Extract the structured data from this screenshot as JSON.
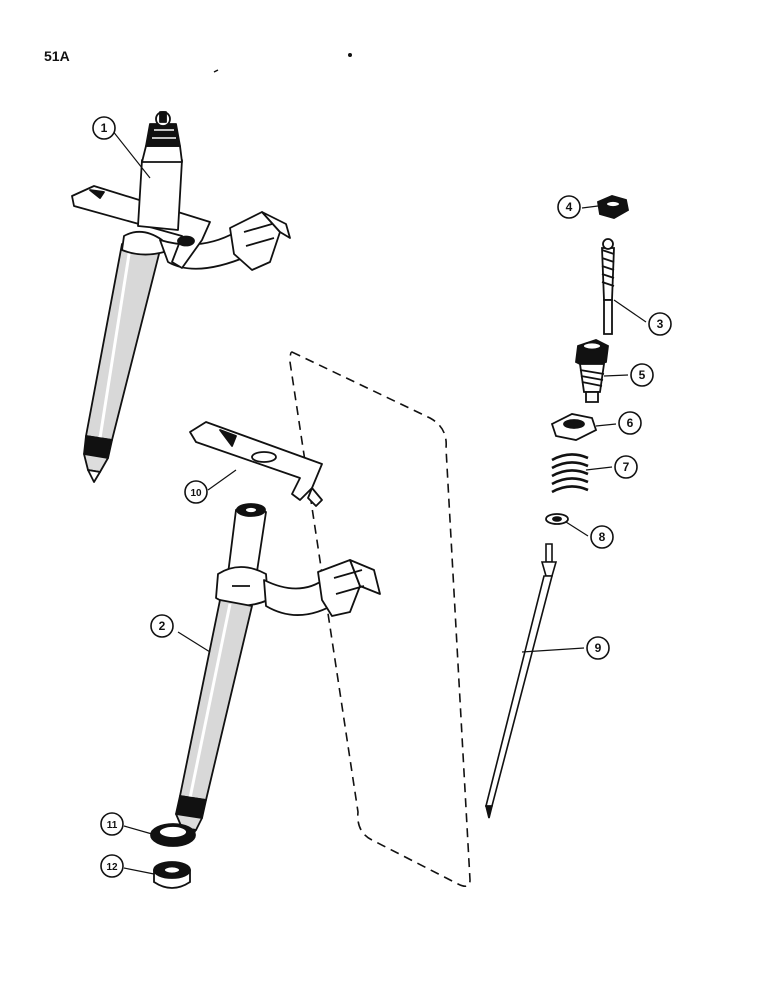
{
  "page": {
    "label": "51A"
  },
  "callouts": [
    "1",
    "2",
    "3",
    "4",
    "5",
    "6",
    "7",
    "8",
    "9",
    "10",
    "11",
    "12"
  ],
  "colors": {
    "ink": "#111111",
    "paper": "#ffffff",
    "shade": "#dcdcdc"
  }
}
